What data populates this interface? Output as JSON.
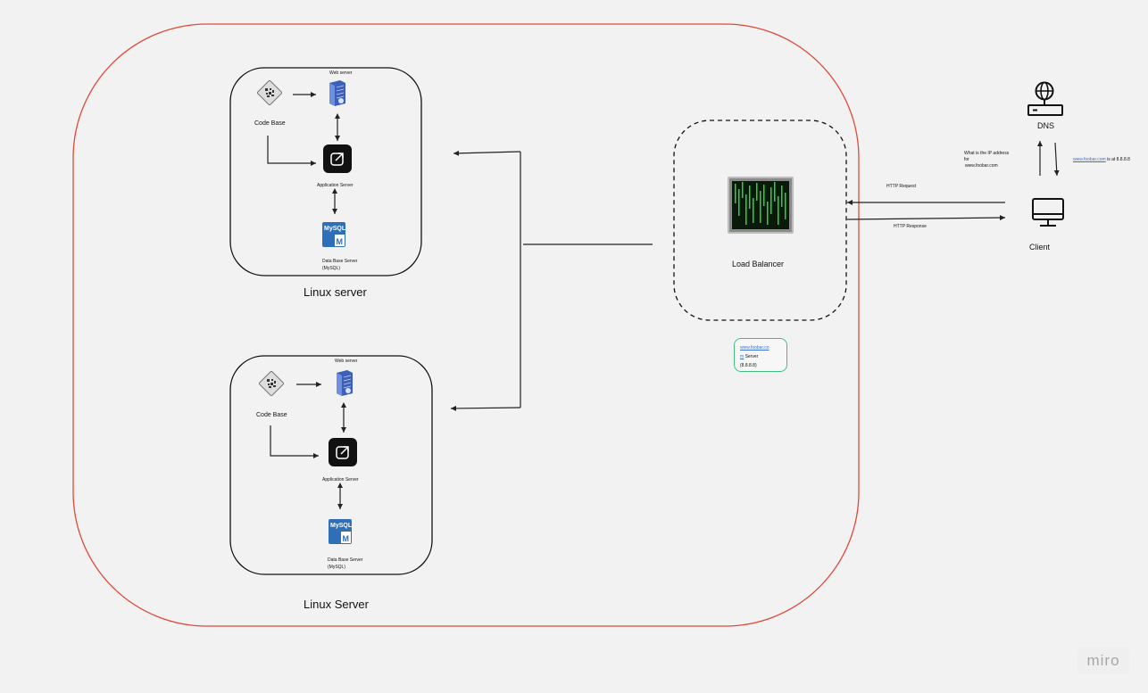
{
  "servers": [
    {
      "title": "Linux server",
      "web_server": "Web server",
      "code_base": "Code Base",
      "app_server": "Application Server",
      "db_server_line1": "Data Base Server",
      "db_server_line2": "(MySQL)"
    },
    {
      "title": "Linux Server",
      "web_server": "Web server",
      "code_base": "Code Base",
      "app_server": "Application Server",
      "db_server_line1": "Data Base Server",
      "db_server_line2": "(MySQL)"
    }
  ],
  "load_balancer": {
    "label": "Load Balancer"
  },
  "server_card": {
    "link_line1": "www.foobar.co",
    "link_line2": "m",
    "suffix": "Server",
    "ip": "(8.8.8.8)"
  },
  "dns": {
    "label": "DNS",
    "question_line1": "What is the IP address",
    "question_line2": "for",
    "question_line3": "www.foobar.com",
    "answer_link": "www.foobar.com",
    "answer_suffix": "is at 8.8.8.8"
  },
  "client": {
    "label": "Client",
    "request": "HTTP Request",
    "response": "HTTP Response"
  },
  "mysql_logo": "MySQL",
  "watermark": "miro",
  "colors": {
    "outer_border": "#e0493a",
    "card_border": "#3fbf7f",
    "link": "#3b6fd8"
  }
}
